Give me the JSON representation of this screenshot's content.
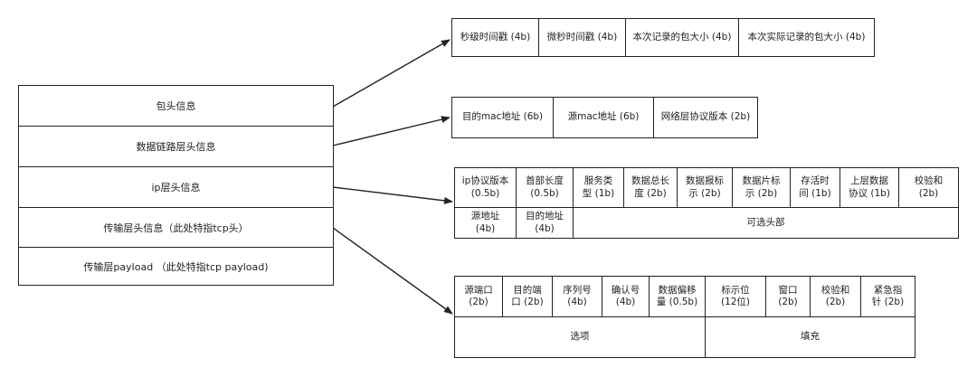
{
  "packet": {
    "rows": [
      "包头信息",
      "数据链路层头信息",
      "ip层头信息",
      "传输层头信息（此处特指tcp头）",
      "传输层payload （此处特指tcp payload)"
    ]
  },
  "pcap_header": {
    "fields": [
      "秒级时间戳 (4b)",
      "微秒时间戳 (4b)",
      "本次记录的包大小 (4b)",
      "本次实际记录的包大小 (4b)"
    ]
  },
  "link_header": {
    "fields": [
      "目的mac地址 (6b)",
      "源mac地址 (6b)",
      "网络层协议版本 (2b)"
    ]
  },
  "ip_header": {
    "row1": [
      "ip协议版本\n(0.5b)",
      "首部长度\n(0.5b)",
      "服务类\n型 (1b)",
      "数据总长\n度 (2b)",
      "数据报标\n示 (2b)",
      "数据片标\n示 (2b)",
      "存活时\n间 (1b)",
      "上层数据\n协议 (1b)",
      "校验和\n(2b)"
    ],
    "row2": [
      "源地址\n(4b)",
      "目的地址\n(4b)",
      "可选头部"
    ]
  },
  "tcp_header": {
    "row1": [
      "源端口\n(2b)",
      "目的端\n口 (2b)",
      "序列号\n(4b)",
      "确认号\n(4b)",
      "数据偏移\n量 (0.5b)",
      "标示位\n(12位)",
      "窗口\n(2b)",
      "校验和\n(2b)",
      "紧急指\n针 (2b)"
    ],
    "row2": [
      "选项",
      "填充"
    ]
  }
}
